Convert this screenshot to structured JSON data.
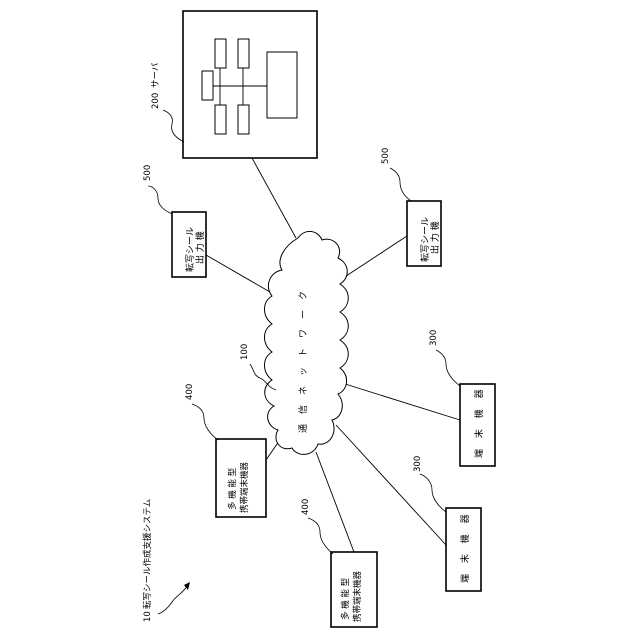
{
  "system": {
    "ref": "10",
    "title": "転写シール作成支援システム"
  },
  "server": {
    "ref": "200",
    "label": "サーバ"
  },
  "network": {
    "ref": "100",
    "label": "通信ネットワーク"
  },
  "printers": [
    {
      "ref": "500",
      "line1": "転写シール",
      "line2": "出 力 機"
    },
    {
      "ref": "500",
      "line1": "転写シール",
      "line2": "出 力 機"
    }
  ],
  "terminals": [
    {
      "ref": "300",
      "label": "端 末 機 器"
    },
    {
      "ref": "300",
      "label": "端 末 機 器"
    }
  ],
  "mobiles": [
    {
      "ref": "400",
      "line1": "多 機 能 型",
      "line2": "携帯端末機器"
    },
    {
      "ref": "400",
      "line1": "多 機 能 型",
      "line2": "携帯端末機器"
    }
  ]
}
